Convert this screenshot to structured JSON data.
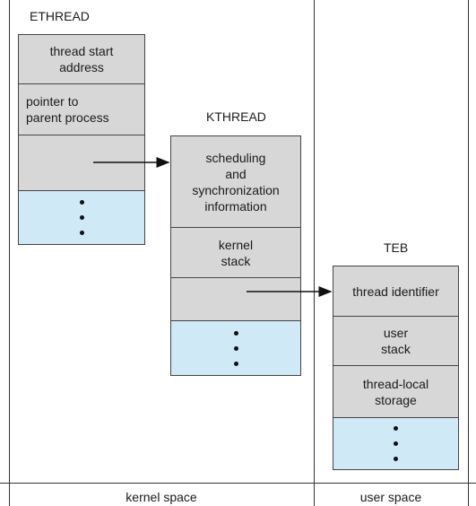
{
  "ethread": {
    "title": "ETHREAD",
    "cells": [
      [
        "thread start",
        "address"
      ],
      [
        "pointer to",
        "parent process"
      ]
    ]
  },
  "kthread": {
    "title": "KTHREAD",
    "cells": [
      [
        "scheduling",
        "and",
        "synchronization",
        "information"
      ],
      [
        "kernel",
        "stack"
      ]
    ]
  },
  "teb": {
    "title": "TEB",
    "cells": [
      [
        "thread identifier"
      ],
      [
        "user",
        "stack"
      ],
      [
        "thread-local",
        "storage"
      ]
    ]
  },
  "footer": {
    "kernel_label": "kernel space",
    "user_label": "user space"
  }
}
